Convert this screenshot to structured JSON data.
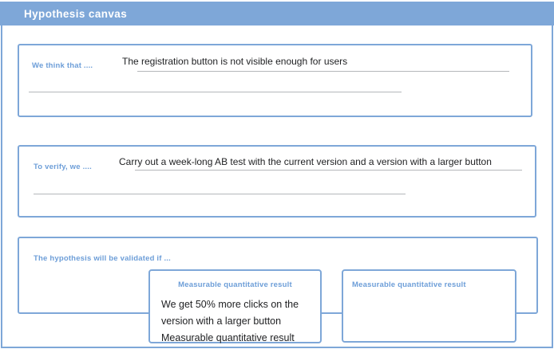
{
  "window": {
    "title": "Hypothesis canvas"
  },
  "colors": {
    "blue": "#7ea7d8",
    "label_blue": "#6d9ed8",
    "text": "#1e1f21",
    "line_gray": "#b4b7ba",
    "header_text": "#ffffff"
  },
  "sections": {
    "we_think": {
      "label": "We think that ....",
      "answer": "The registration button is not visible enough for users"
    },
    "to_verify": {
      "label": "To verify, we ....",
      "answer": "Carry out a week-long AB test with the current version and a version with a larger button"
    },
    "validated_if": {
      "label": "The hypothesis will be validated if ...",
      "results": [
        {
          "label": "Measurable quantitative result",
          "value": "We get 50% more clicks on the version with a larger button Measurable quantitative result"
        },
        {
          "label": "Measurable quantitative result",
          "value": ""
        }
      ]
    }
  }
}
